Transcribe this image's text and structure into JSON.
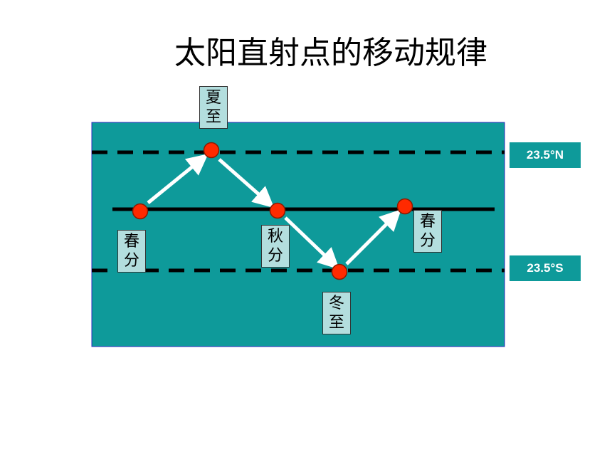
{
  "title": "太阳直射点的移动规律",
  "labels": {
    "summer_solstice": [
      "夏",
      "至"
    ],
    "spring_equinox_1": [
      "春",
      "分"
    ],
    "autumn_equinox": [
      "秋",
      "分"
    ],
    "winter_solstice": [
      "冬",
      "至"
    ],
    "spring_equinox_2": [
      "春",
      "分"
    ]
  },
  "latitudes": {
    "north": "23.5°N",
    "south": "23.5°S"
  },
  "colors": {
    "panel": "#0e9a9a",
    "label_box": "#b3dede",
    "point": "#ff2a00",
    "arrow": "#ffffff"
  }
}
